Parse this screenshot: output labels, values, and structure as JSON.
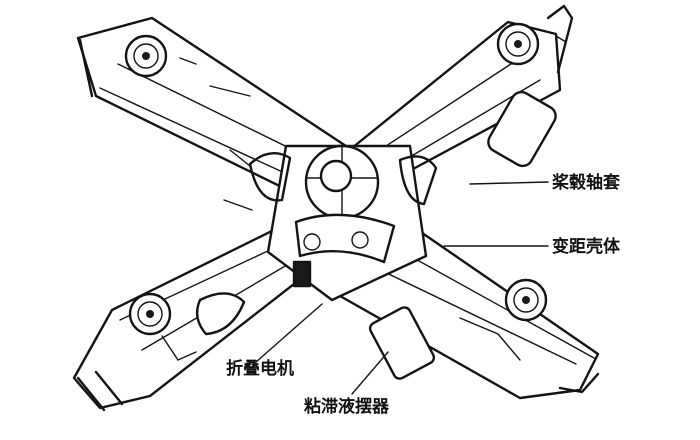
{
  "labels": {
    "blade_hub_sleeve": "桨毂轴套",
    "pitch_housing": "变距壳体",
    "folding_motor": "折叠电机",
    "viscous_damper": "粘滞液摆器"
  }
}
